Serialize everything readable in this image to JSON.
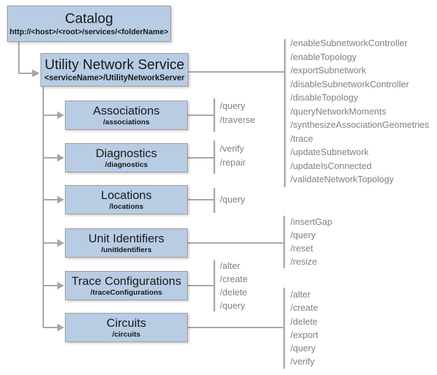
{
  "catalog": {
    "title": "Catalog",
    "subtitle": "http://<host>/<root>/services/<folderName>"
  },
  "service": {
    "title": "Utility Network Service",
    "subtitle": "<serviceName>/UtilityNetworkServer",
    "ops": [
      "/enableSubnetworkController",
      "/enableTopology",
      "/exportSubnetwork",
      "/disableSubnetworkController",
      "/disableTopology",
      "/queryNetworkMoments",
      "/synthesizeAssociationGeometries",
      "/trace",
      "/updateSubnetwork",
      "/updateIsConnected",
      "/validateNetworkTopology"
    ]
  },
  "children": [
    {
      "title": "Associations",
      "subtitle": "/associations",
      "ops": [
        "/query",
        "/traverse"
      ]
    },
    {
      "title": "Diagnostics",
      "subtitle": "/diagnostics",
      "ops": [
        "/verify",
        "/repair"
      ]
    },
    {
      "title": "Locations",
      "subtitle": "/locations",
      "ops": [
        "/query"
      ]
    },
    {
      "title": "Unit Identifiers",
      "subtitle": "/unitIdentifiers",
      "ops": [
        "/insertGap",
        "/query",
        "/reset",
        "/resize"
      ]
    },
    {
      "title": "Trace Configurations",
      "subtitle": "/traceConfigurations",
      "ops": [
        "/alter",
        "/create",
        "/delete",
        "/query"
      ]
    },
    {
      "title": "Circuits",
      "subtitle": "/circuits",
      "ops": [
        "/alter",
        "/create",
        "/delete",
        "/export",
        "/query",
        "/verify"
      ]
    }
  ],
  "colors": {
    "box_fill": "#b8cce4",
    "box_border": "#9b9b9b",
    "connector": "#a6a6a6",
    "ops_text": "#7f7f7f",
    "title_text": "#1a1a1a"
  }
}
